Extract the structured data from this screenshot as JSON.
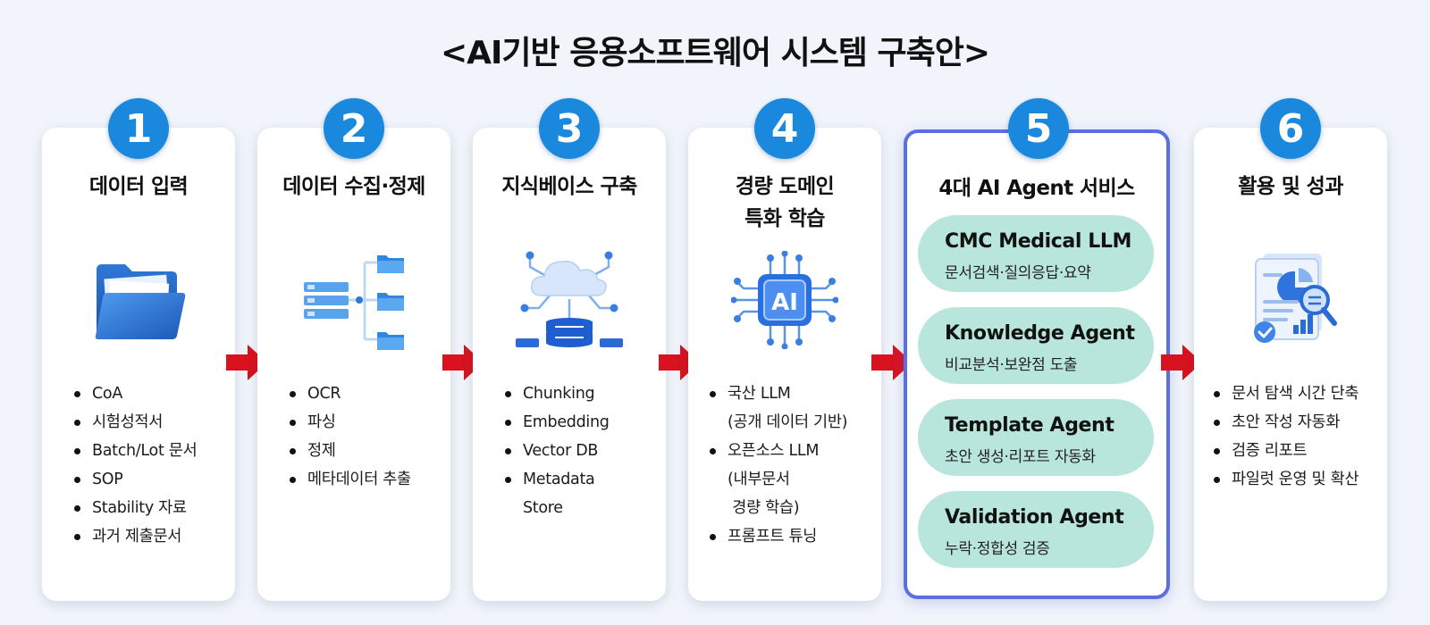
{
  "title": "<AI기반 응용소프트웨어 시스템 구축안>",
  "colors": {
    "badge": "#1a88dc",
    "arrow": "#d9121f",
    "agent_pill": "#b8e6dd",
    "highlight_border": "#5a6fe0"
  },
  "steps": [
    {
      "number": "1",
      "title_lines": [
        "데이터 입력"
      ],
      "icon": "folder-icon",
      "bullets": [
        [
          "CoA"
        ],
        [
          "시험성적서"
        ],
        [
          "Batch/Lot 문서"
        ],
        [
          "SOP"
        ],
        [
          "Stability 자료"
        ],
        [
          "과거 제출문서"
        ]
      ]
    },
    {
      "number": "2",
      "title_lines": [
        "데이터 수집·정제"
      ],
      "icon": "server-folders-icon",
      "bullets": [
        [
          "OCR"
        ],
        [
          "파싱"
        ],
        [
          "정제"
        ],
        [
          "메타데이터 추출"
        ]
      ]
    },
    {
      "number": "3",
      "title_lines": [
        "지식베이스 구축"
      ],
      "icon": "cloud-database-icon",
      "bullets": [
        [
          "Chunking"
        ],
        [
          "Embedding"
        ],
        [
          "Vector DB"
        ],
        [
          "Metadata",
          "Store"
        ]
      ]
    },
    {
      "number": "4",
      "title_lines": [
        "경량 도메인",
        "특화 학습"
      ],
      "icon": "ai-chip-icon",
      "chip_label": "AI",
      "bullets": [
        [
          "국산 LLM",
          "(공개 데이터 기반)"
        ],
        [
          "오픈소스 LLM",
          "(내부문서",
          " 경량 학습)"
        ],
        [
          "프롬프트 튜닝"
        ]
      ]
    },
    {
      "number": "5",
      "title_lines": [
        "4대 AI Agent 서비스"
      ],
      "agents": [
        {
          "name": "CMC Medical LLM",
          "desc": "문서검색·질의응답·요약"
        },
        {
          "name": "Knowledge Agent",
          "desc": "비교분석·보완점 도출"
        },
        {
          "name": "Template Agent",
          "desc": "초안 생성·리포트 자동화"
        },
        {
          "name": "Validation Agent",
          "desc": "누락·정합성 검증"
        }
      ]
    },
    {
      "number": "6",
      "title_lines": [
        "활용 및 성과"
      ],
      "icon": "report-analytics-icon",
      "bullets": [
        [
          "문서 탐색 시간 단축"
        ],
        [
          "초안 작성 자동화"
        ],
        [
          "검증 리포트"
        ],
        [
          "파일럿 운영 및 확산"
        ]
      ]
    }
  ]
}
